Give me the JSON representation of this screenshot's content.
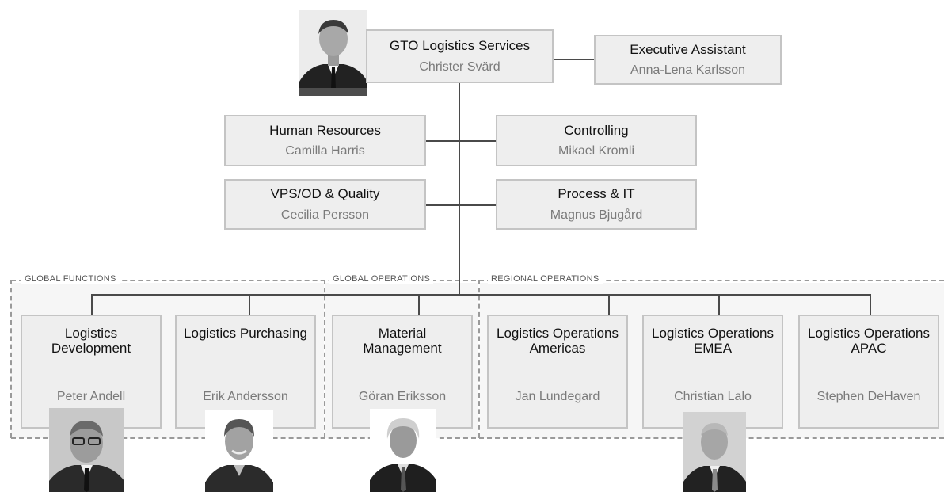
{
  "top": {
    "title": "GTO Logistics Services",
    "name": "Christer Svärd"
  },
  "assistant": {
    "title": "Executive Assistant",
    "name": "Anna-Lena Karlsson"
  },
  "staff": [
    {
      "title": "Human Resources",
      "name": "Camilla Harris"
    },
    {
      "title": "Controlling",
      "name": "Mikael Kromli"
    },
    {
      "title": "VPS/OD & Quality",
      "name": "Cecilia Persson"
    },
    {
      "title": "Process & IT",
      "name": "Magnus Bjugård"
    }
  ],
  "sections": [
    "GLOBAL FUNCTIONS",
    "GLOBAL OPERATIONS",
    "REGIONAL OPERATIONS"
  ],
  "units": [
    {
      "title": "Logistics Development",
      "name": "Peter Andell"
    },
    {
      "title": "Logistics Purchasing",
      "name": "Erik Andersson"
    },
    {
      "title": "Material Management",
      "name": "Göran Eriksson"
    },
    {
      "title": "Logistics Operations Americas",
      "name": "Jan Lundegard"
    },
    {
      "title": "Logistics Operations EMEA",
      "name": "Christian Lalo"
    },
    {
      "title": "Logistics Operations APAC",
      "name": "Stephen DeHaven"
    }
  ],
  "colors": {
    "box_fill": "#eeeeee",
    "box_border": "#c4c4c4",
    "connector": "#4a4a4a",
    "name_text": "#7a7a7a"
  }
}
